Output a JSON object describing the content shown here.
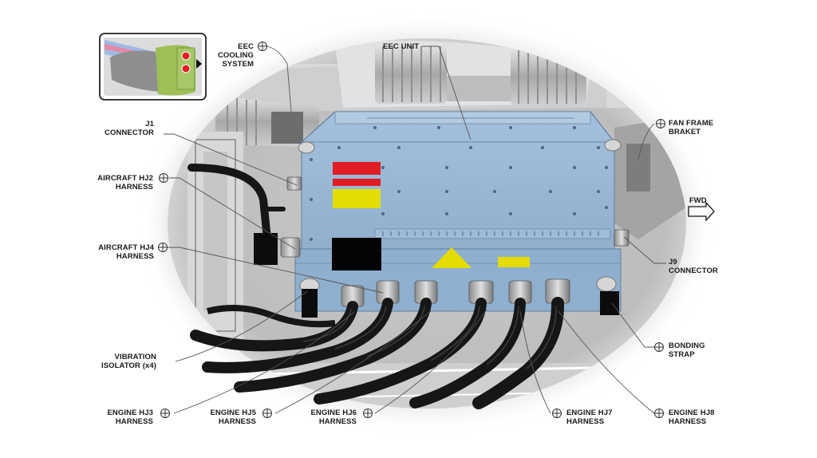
{
  "labels": {
    "eec_cooling_system": "EEC\nCOOLING\nSYSTEM",
    "eec_unit": "EEC UNIT",
    "j1_connector": "J1\nCONNECTOR",
    "fan_frame_braket": "FAN FRAME\nBRAKET",
    "aircraft_hj2_harness": "AIRCRAFT HJ2\nHARNESS",
    "aircraft_hj4_harness": "AIRCRAFT HJ4\nHARNESS",
    "j9_connector": "J9\nCONNECTOR",
    "vibration_isolator": "VIBRATION\nISOLATOR (x4)",
    "bonding_strap": "BONDING\nSTRAP",
    "engine_hj3_harness": "ENGINE HJ3\nHARNESS",
    "engine_hj5_harness": "ENGINE HJ5\nHARNESS",
    "engine_hj6_harness": "ENGINE HJ6\nHARNESS",
    "engine_hj7_harness": "ENGINE HJ7\nHARNESS",
    "engine_hj8_harness": "ENGINE HJ8\nHARNESS",
    "fwd": "FWD"
  },
  "colors": {
    "eec_body": "#93b2d1",
    "eec_edge": "#5f7f9f",
    "warning_red": "#e01c24",
    "warning_yellow": "#e4dc00",
    "black_plate": "#050505",
    "background_gray": "#b8b8b8",
    "harness_black": "#161616",
    "callout_line": "#444444"
  },
  "icons": {
    "callout": "crosshair-circle-icon",
    "fwd_arrow": "forward-arrow-icon",
    "locator": "engine-locator-icon"
  }
}
